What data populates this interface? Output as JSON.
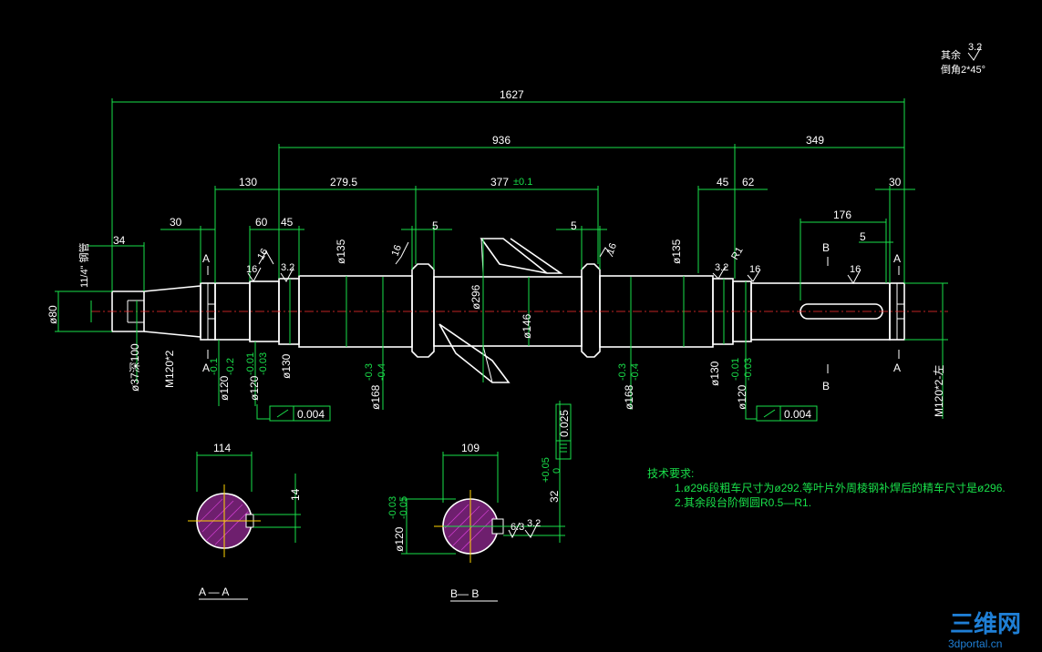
{
  "colors": {
    "background": "#000000",
    "geometry": "#ffffff",
    "dimension": "#19e04a",
    "center": "#ff3030",
    "hatch": "#c83cc8",
    "watermark": "#1f7fd6"
  },
  "dims": {
    "overall": "1627",
    "d936": "936",
    "d349": "349",
    "d130": "130",
    "d279": "279.5",
    "d377": "377",
    "d377tol": "±0.1",
    "d45a": "45",
    "d62": "62",
    "d30r": "30",
    "d30l": "30",
    "d60": "60",
    "d45b": "45",
    "d5a": "5",
    "d5b": "5",
    "d176": "176",
    "d5c": "5",
    "d34": "34",
    "d114": "114",
    "d109": "109",
    "d14": "14"
  },
  "vlabels": {
    "phi80": "ø80",
    "thread": "11/4\" 钢管",
    "phi37": "ø37深100",
    "m120l": "M120*2",
    "phi120a": "ø120",
    "phi120a_tol1": "-0.1",
    "phi120a_tol2": "-0.2",
    "phi120b": "ø120",
    "phi120b_tol1": "-0.01",
    "phi120b_tol2": "-0.03",
    "phi130l": "ø130",
    "phi135l": "ø135",
    "phi168l": "ø168",
    "phi168l_tol1": "-0.3",
    "phi168l_tol2": "-0.4",
    "phi296": "ø296",
    "phi146": "ø146",
    "phi168r": "ø168",
    "phi168r_tol1": "-0.3",
    "phi168r_tol2": "-0.4",
    "phi135r": "ø135",
    "phi130r": "ø130",
    "phi120r": "ø120",
    "phi120r_tol1": "-0.01",
    "phi120r_tol2": "-0.03",
    "m120r": "M120*2-左",
    "tol025": "0.025",
    "d32": "32",
    "d32_tol1": "+0.05",
    "d32_tol2": "0",
    "phi120s": "ø120",
    "phi120s_tol1": "-0.03",
    "phi120s_tol2": "-0.05"
  },
  "tolerances": {
    "left": "0.004",
    "right": "0.004"
  },
  "roughness": {
    "r16a": "16",
    "r32a": "3.2",
    "r16b": "16",
    "r16c": "16",
    "r32b": "3.2",
    "r16d": "16",
    "r16e": "16",
    "r16f": "16",
    "r63": "6.3",
    "r32c": "3.2",
    "r32d": "3.2"
  },
  "sections": {
    "A1": "A",
    "A2": "A",
    "A3": "A",
    "A4": "A",
    "B1": "B",
    "B2": "B",
    "aa": "A — A",
    "bb": "B— B",
    "r1": "R1"
  },
  "notes": {
    "rest_roughness": "其余",
    "chamfer": "倒角2*45°",
    "title": "技术要求:",
    "line1": "1.ø296段粗车尺寸为ø292.等叶片外周棱钢补焊后的精车尺寸是ø296.",
    "line2": "2.其余段台阶倒圆R0.5—R1."
  },
  "watermark": {
    "brand": "三维网",
    "site": "3dportal.cn"
  }
}
